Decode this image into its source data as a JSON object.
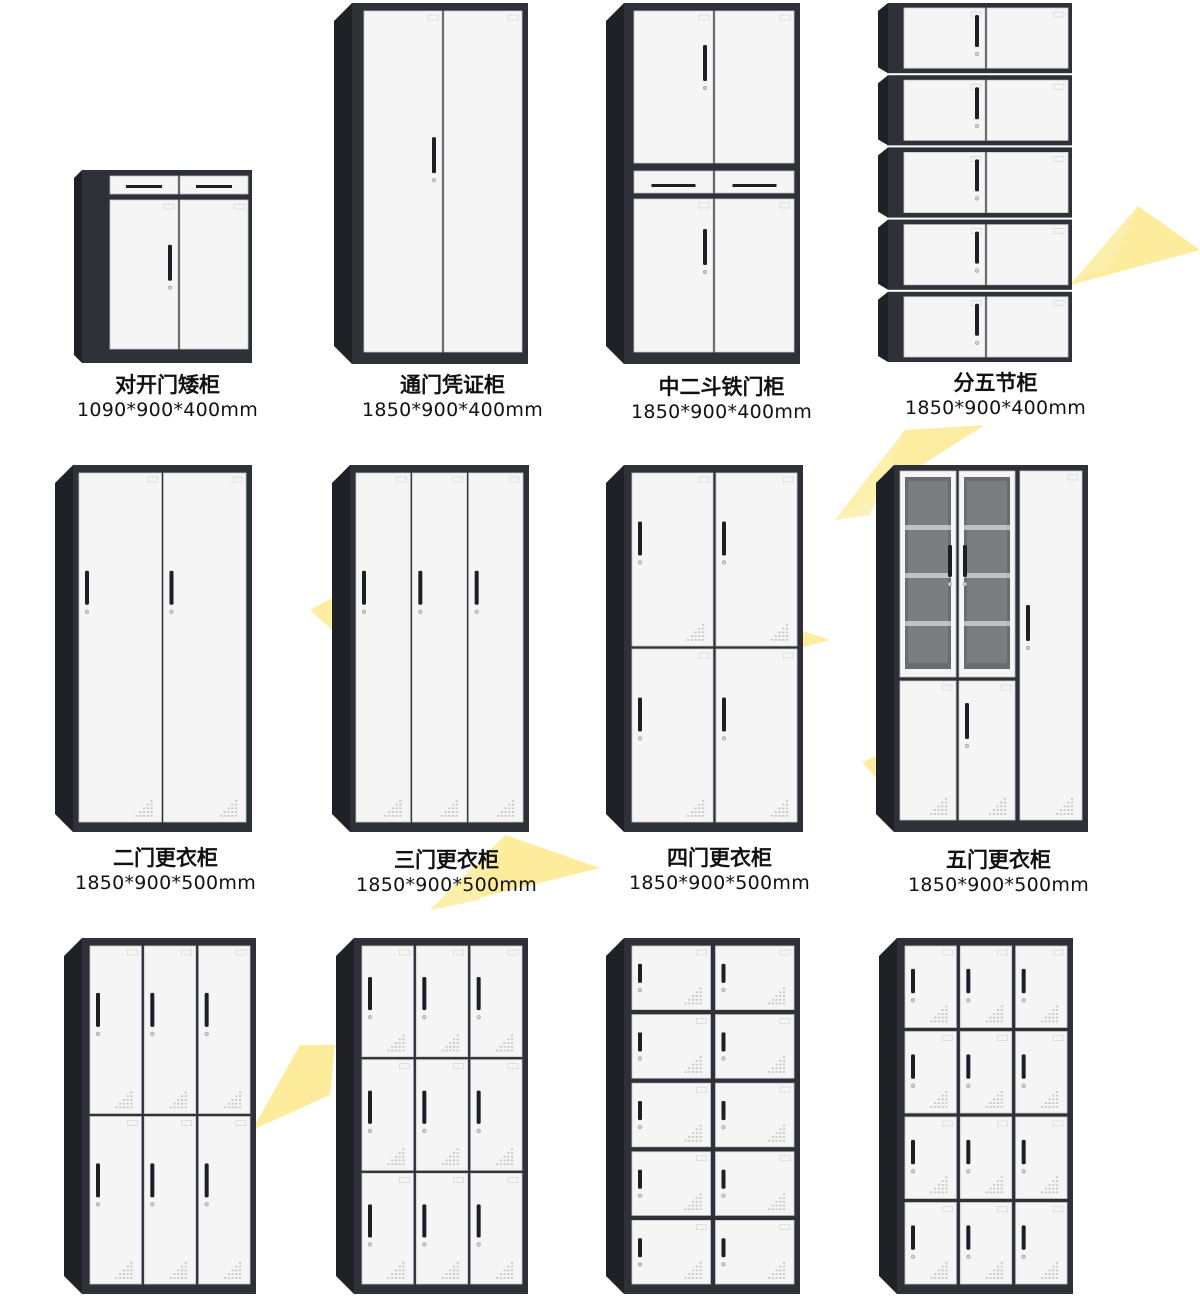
{
  "accent_color": "#FDE98A",
  "body_color": "#2E3138",
  "door_color": "#F5F5F5",
  "products": [
    {
      "name": "对开门矮柜",
      "size": "1090*900*400mm",
      "layout": "low2"
    },
    {
      "name": "通门凭证柜",
      "size": "1850*900*400mm",
      "layout": "tall2"
    },
    {
      "name": "中二斗铁门柜",
      "size": "1850*900*400mm",
      "layout": "mid2drawer"
    },
    {
      "name": "分五节柜",
      "size": "1850*900*400mm",
      "layout": "sections5"
    },
    {
      "name": "二门更衣柜",
      "size": "1850*900*500mm",
      "layout": "locker2"
    },
    {
      "name": "三门更衣柜",
      "size": "1850*900*500mm",
      "layout": "locker3"
    },
    {
      "name": "四门更衣柜",
      "size": "1850*900*500mm",
      "layout": "locker4"
    },
    {
      "name": "五门更衣柜",
      "size": "1850*900*500mm",
      "layout": "locker5glass"
    },
    {
      "name": "",
      "size": "",
      "layout": "grid3x2"
    },
    {
      "name": "",
      "size": "",
      "layout": "grid3x3"
    },
    {
      "name": "",
      "size": "",
      "layout": "grid2x5"
    },
    {
      "name": "",
      "size": "",
      "layout": "grid3x4"
    }
  ]
}
